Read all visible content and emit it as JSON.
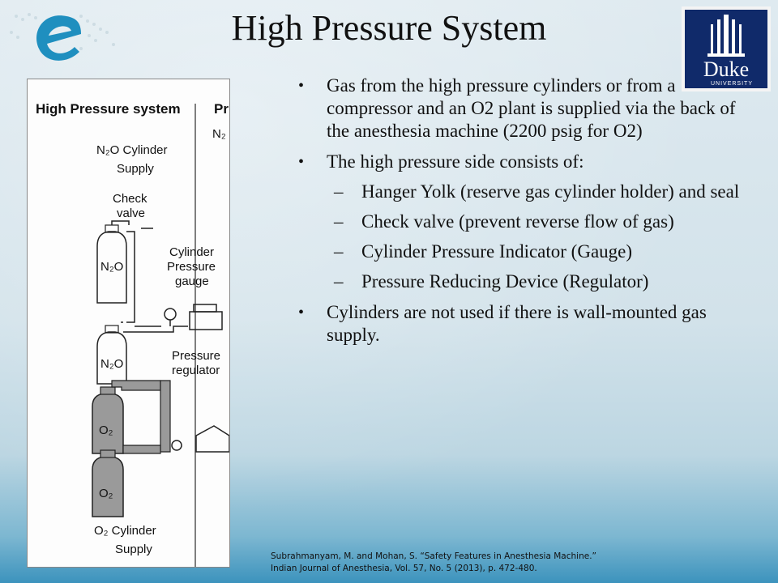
{
  "title": "High Pressure System",
  "logo": {
    "icon": "e-logo-icon",
    "accent_color": "#1f8fbf"
  },
  "duke_logo": {
    "text": "Duke",
    "subtext": "UNIVERSITY",
    "color": "#102a6a"
  },
  "figure": {
    "title": "High Pressure system",
    "title_cut": "Pr",
    "labels": {
      "n2o_supply_line1": "N₂O Cylinder",
      "n2o_supply_line2": "Supply",
      "check_line1": "Check",
      "check_line2": "valve",
      "cyl_line1": "Cylinder",
      "cyl_line2": "Pressure",
      "cyl_line3": "gauge",
      "reg_line1": "Pressure",
      "reg_line2": "regulator",
      "n2o_a": "N₂O",
      "n2o_b": "N₂O",
      "o2_a": "O₂",
      "o2_b": "O₂",
      "o2_supply_line1": "O₂ Cylinder",
      "o2_supply_line2": "Supply",
      "cut_label": "N₂"
    }
  },
  "content": {
    "bullet_char": "•",
    "dash_char": "–",
    "bullets": [
      {
        "text": "Gas from the high pressure cylinders or from a compressor and an O2 plant is supplied via the back of the anesthesia machine (2200 psig for O2)"
      },
      {
        "text": "The high pressure side consists of:"
      },
      {
        "text": "Cylinders are not used if there is wall-mounted gas supply."
      }
    ],
    "subitems": [
      "Hanger Yolk (reserve gas cylinder holder) and seal",
      "Check valve (prevent reverse flow of gas)",
      "Cylinder Pressure Indicator (Gauge)",
      "Pressure Reducing Device (Regulator)"
    ]
  },
  "citation": {
    "line1": "Subrahmanyam, M. and Mohan, S. “Safety Features in Anesthesia Machine.”",
    "line2": "Indian Journal of Anesthesia, Vol. 57, No. 5 (2013), p. 472-480."
  }
}
